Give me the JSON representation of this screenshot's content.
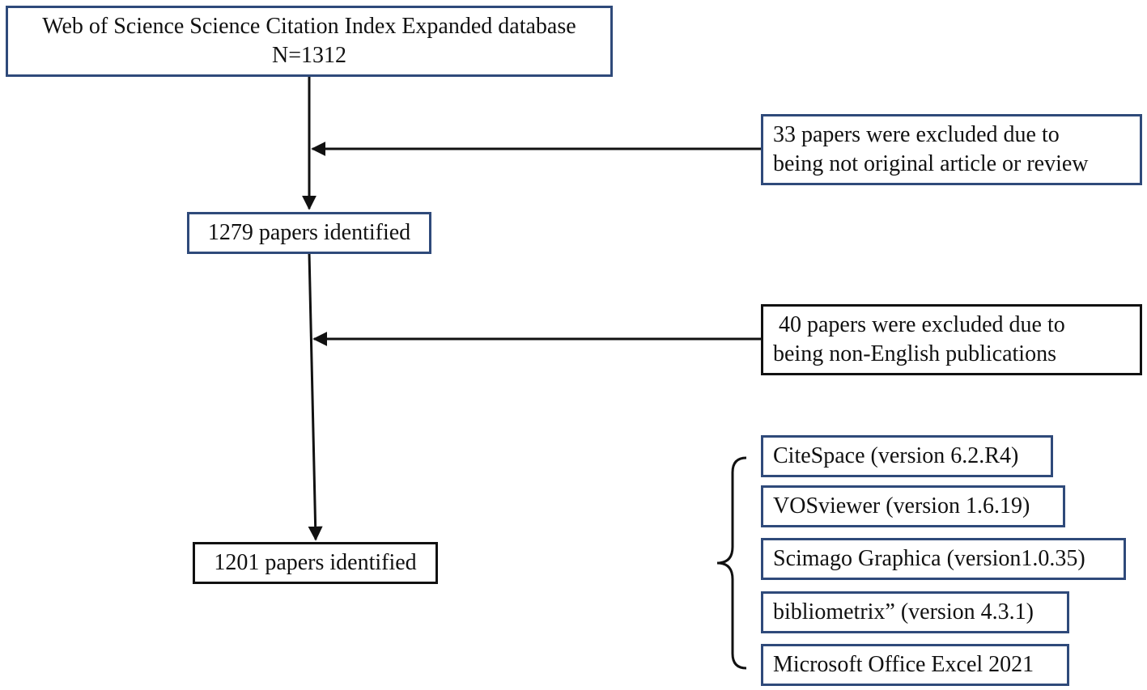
{
  "boxes": {
    "source": {
      "line1": "Web of Science Science Citation Index Expanded database",
      "line2": "N=1312"
    },
    "exclusion1": {
      "line1": "33 papers were excluded due to",
      "line2": "being not original article or review"
    },
    "identified1": {
      "text": "1279 papers identified"
    },
    "exclusion2": {
      "line1": " 40 papers were excluded due to",
      "line2": "being non-English publications"
    },
    "identified2": {
      "text": "1201 papers identified"
    }
  },
  "tools": [
    "CiteSpace (version 6.2.R4)",
    "VOSviewer (version 1.6.19)",
    "Scimago Graphica (version1.0.35)",
    "bibliometrix” (version 4.3.1)",
    "Microsoft Office Excel 2021"
  ],
  "colors": {
    "box_border_blue": "#2f4a7a",
    "box_border_black": "#111111",
    "arrow": "#111111"
  }
}
